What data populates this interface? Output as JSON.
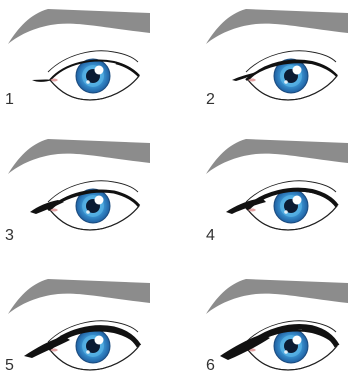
{
  "panels": [
    {
      "number": "1",
      "icon": "eye-with-eyeliner-step-1-icon"
    },
    {
      "number": "2",
      "icon": "eye-with-eyeliner-step-2-icon"
    },
    {
      "number": "3",
      "icon": "eye-with-eyeliner-step-3-icon"
    },
    {
      "number": "4",
      "icon": "eye-with-eyeliner-step-4-icon"
    },
    {
      "number": "5",
      "icon": "eye-with-eyeliner-step-5-icon"
    },
    {
      "number": "6",
      "icon": "eye-with-eyeliner-step-6-icon"
    }
  ],
  "colors": {
    "brow": "#8c8c8c",
    "liner": "#111111",
    "iris_outer": "#1f5fa0",
    "iris_inner": "#4aa7dd",
    "pupil": "#0b1b33",
    "outline": "#222222"
  }
}
